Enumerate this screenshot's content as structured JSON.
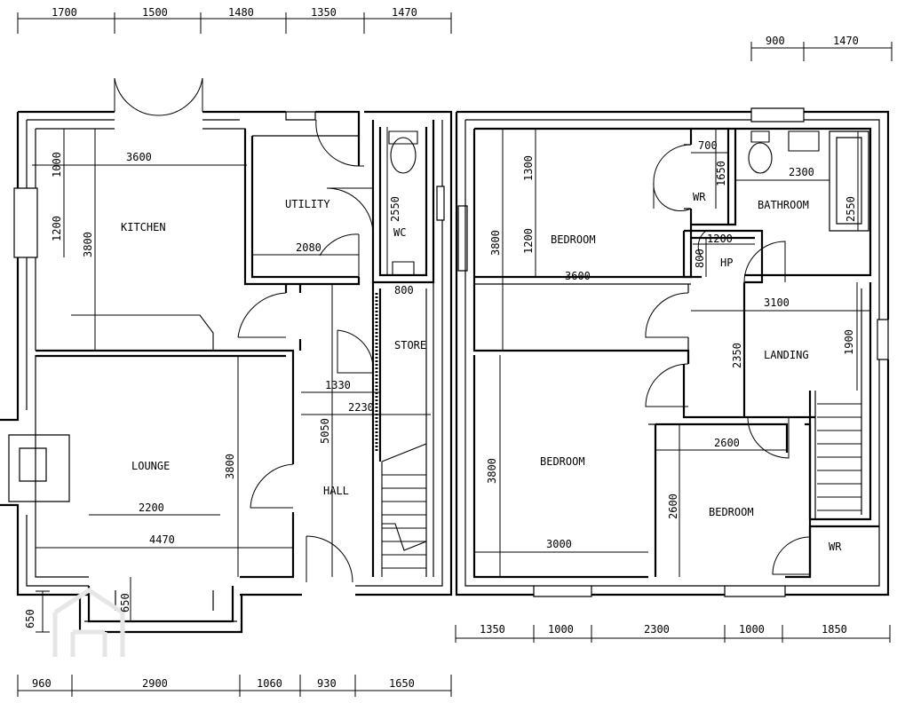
{
  "rooms": {
    "kitchen": "KITCHEN",
    "utility": "UTILITY",
    "wc": "WC",
    "store": "STORE",
    "lounge": "LOUNGE",
    "hall": "HALL",
    "bedroom_1": "BEDROOM",
    "wr_1": "WR",
    "bathroom": "BATHROOM",
    "hp": "HP",
    "landing": "LANDING",
    "bedroom_2": "BEDROOM",
    "bedroom_3": "BEDROOM",
    "wr_2": "WR"
  },
  "dims": {
    "top_ground": [
      "1700",
      "1500",
      "1480",
      "1350",
      "1470"
    ],
    "top_first": [
      "900",
      "1470"
    ],
    "bottom_ground": [
      "960",
      "2900",
      "1060",
      "930",
      "1650"
    ],
    "bottom_first": [
      "1350",
      "1000",
      "2300",
      "1000",
      "1850"
    ],
    "left_650": "650",
    "bay_650": "650",
    "kitchen_width": "3600",
    "kitchen_1000": "1000",
    "kitchen_1200": "1200",
    "kitchen_height": "3800",
    "utility_width": "2080",
    "wc_height": "2550",
    "store_width": "800",
    "hall_1330": "1330",
    "hall_2230": "2230",
    "hall_height": "5050",
    "lounge_2200": "2200",
    "lounge_width": "4470",
    "lounge_height": "3800",
    "bed1_1300": "1300",
    "bed1_1200": "1200",
    "bed1_height": "3800",
    "bed1_width": "3600",
    "wr_width": "700",
    "wr_height": "1650",
    "bath_width": "2300",
    "bath_height": "2550",
    "hp_width": "1200",
    "hp_height": "800",
    "landing_width": "3100",
    "landing_1900": "1900",
    "landing_2350": "2350",
    "bed2_height": "3800",
    "bed2_width": "3000",
    "bed3_width": "2600",
    "bed3_height": "2600"
  }
}
